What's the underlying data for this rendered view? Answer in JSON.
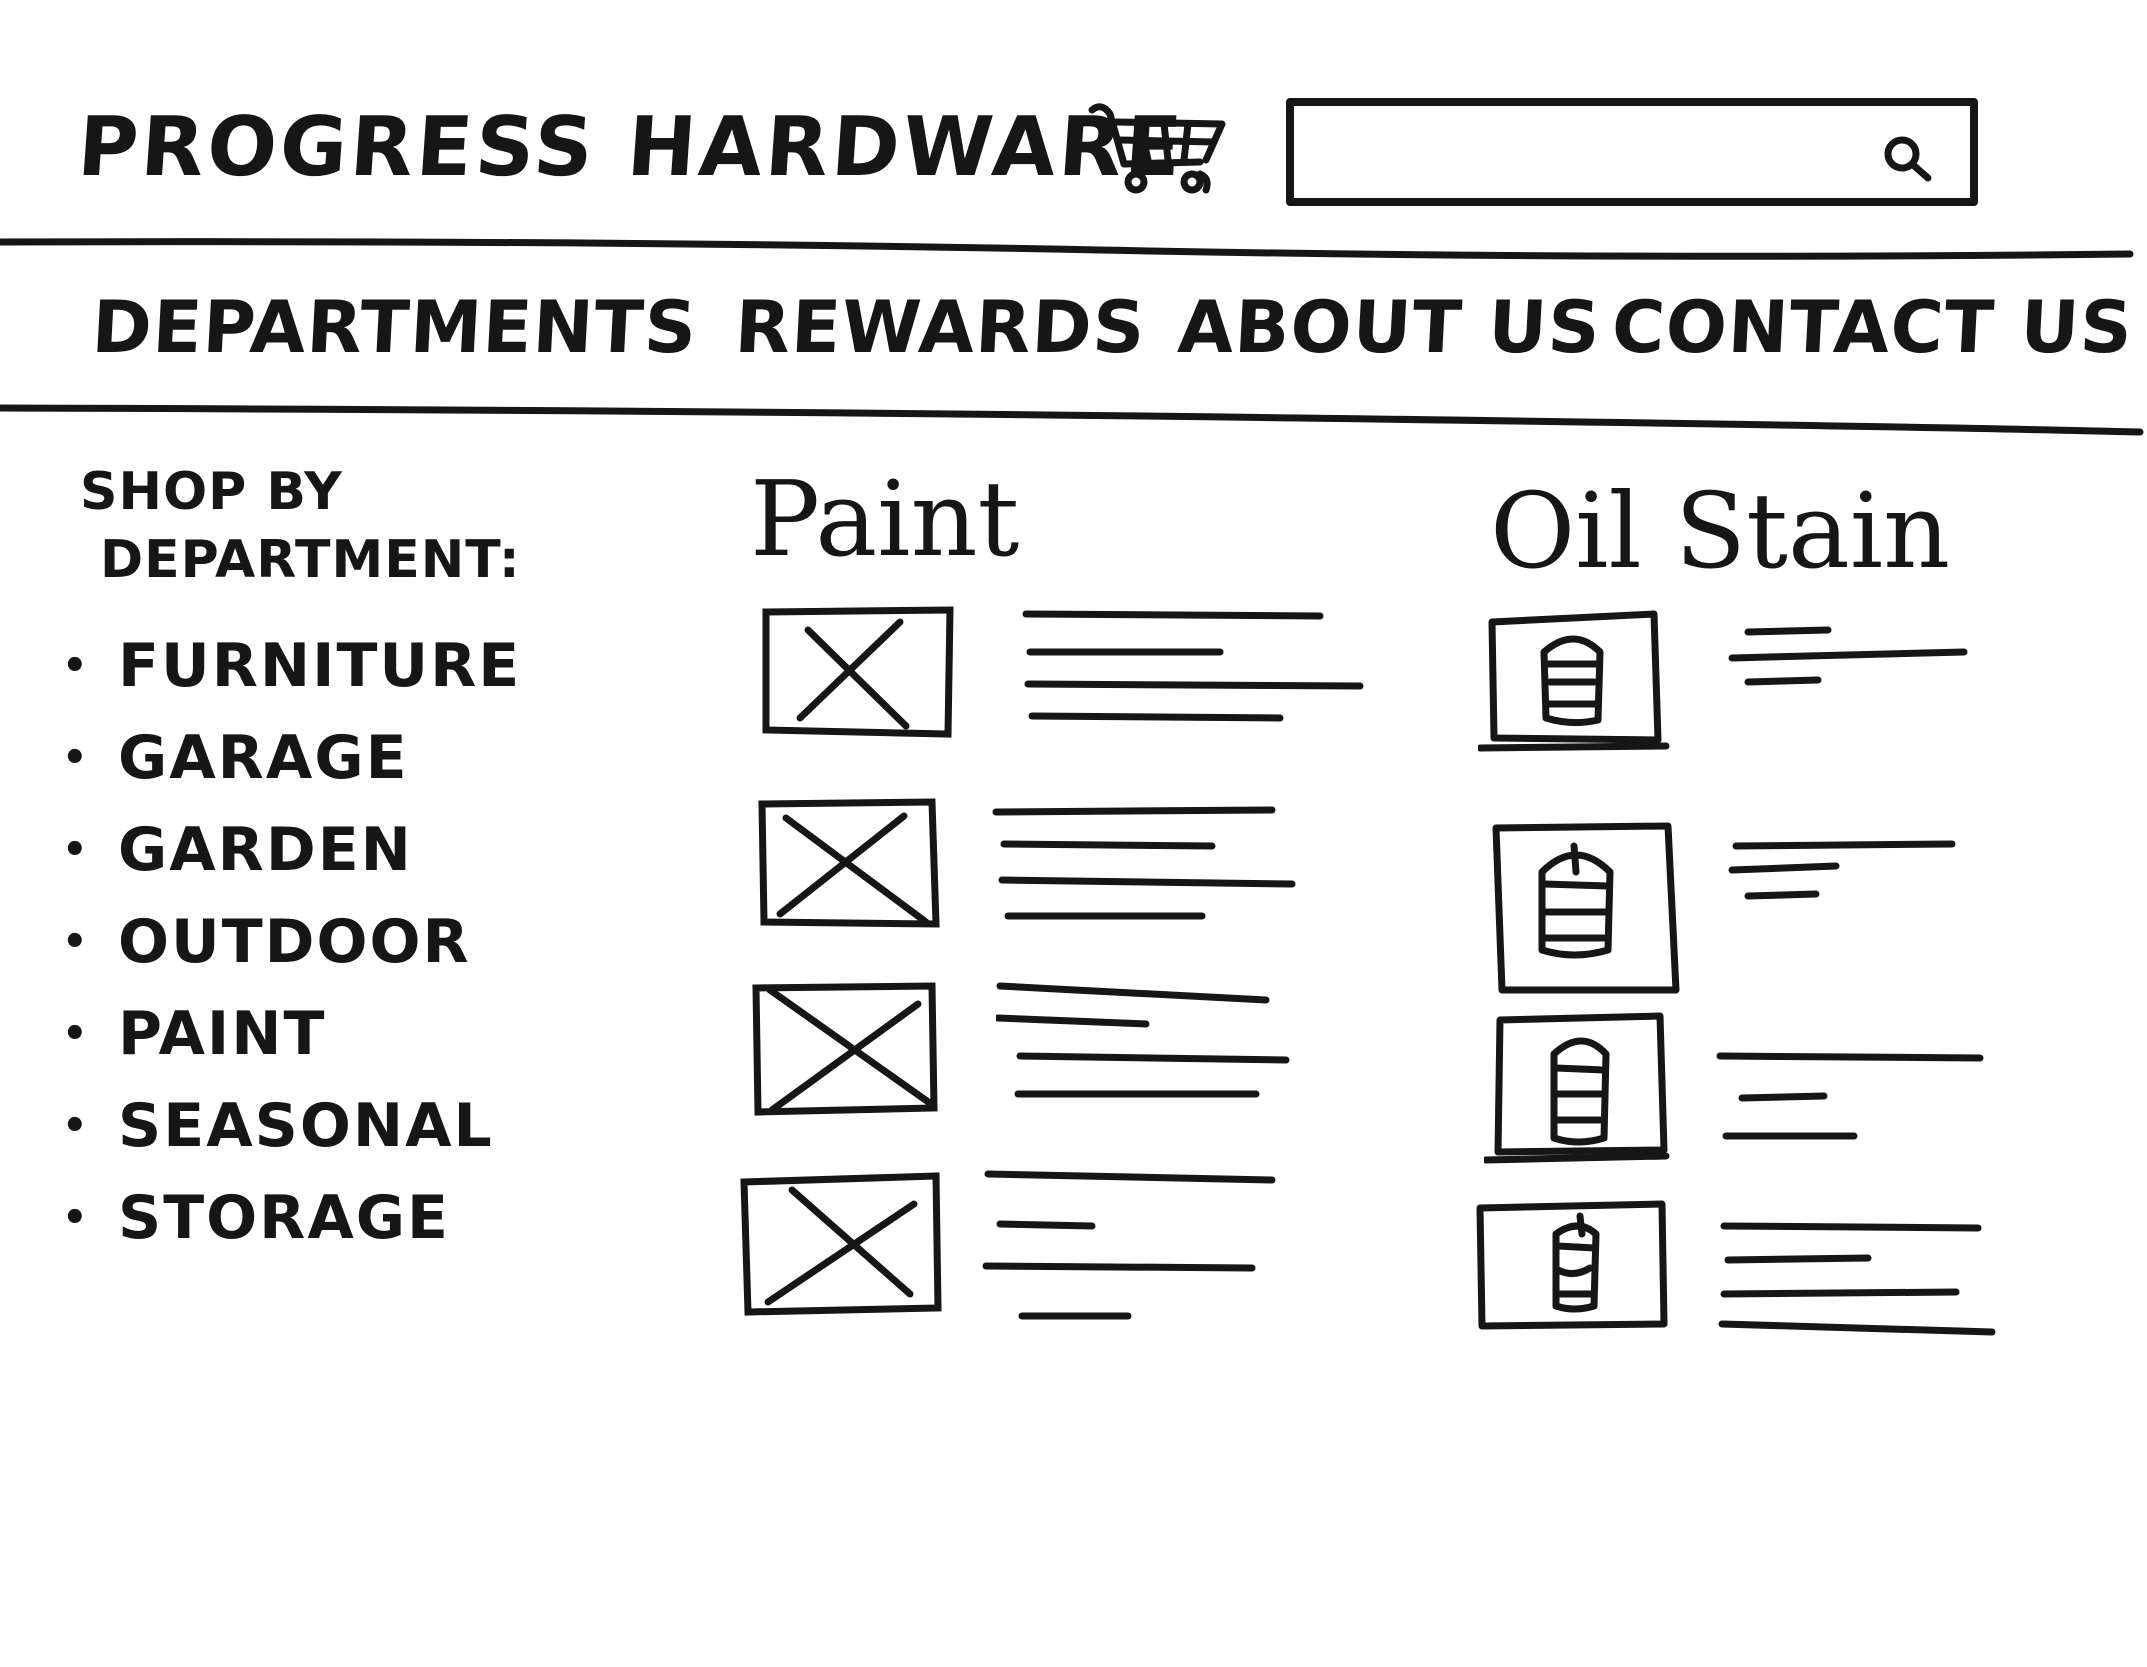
{
  "header": {
    "logo_text": "PROGRESS HARDWARE",
    "search": {
      "value": "",
      "placeholder": ""
    }
  },
  "nav": {
    "items": [
      {
        "label": "DEPARTMENTS"
      },
      {
        "label": "REWARDS"
      },
      {
        "label": "ABOUT US"
      },
      {
        "label": "CONTACT US"
      }
    ]
  },
  "sidebar": {
    "heading_line1": "SHOP BY",
    "heading_line2": "DEPARTMENT:",
    "items": [
      {
        "label": "FURNITURE"
      },
      {
        "label": "GARAGE"
      },
      {
        "label": "GARDEN"
      },
      {
        "label": "OUTDOOR"
      },
      {
        "label": "PAINT"
      },
      {
        "label": "SEASONAL"
      },
      {
        "label": "STORAGE"
      }
    ]
  },
  "columns": {
    "paint": {
      "title": "Paint",
      "thumbnail_icon": "image-placeholder-icon",
      "product_count": 4
    },
    "oil_stain": {
      "title": "Oil Stain",
      "thumbnail_icon": "paint-can-icon",
      "product_count": 4
    }
  },
  "colors": {
    "ink": "#161616",
    "background": "#ffffff"
  }
}
